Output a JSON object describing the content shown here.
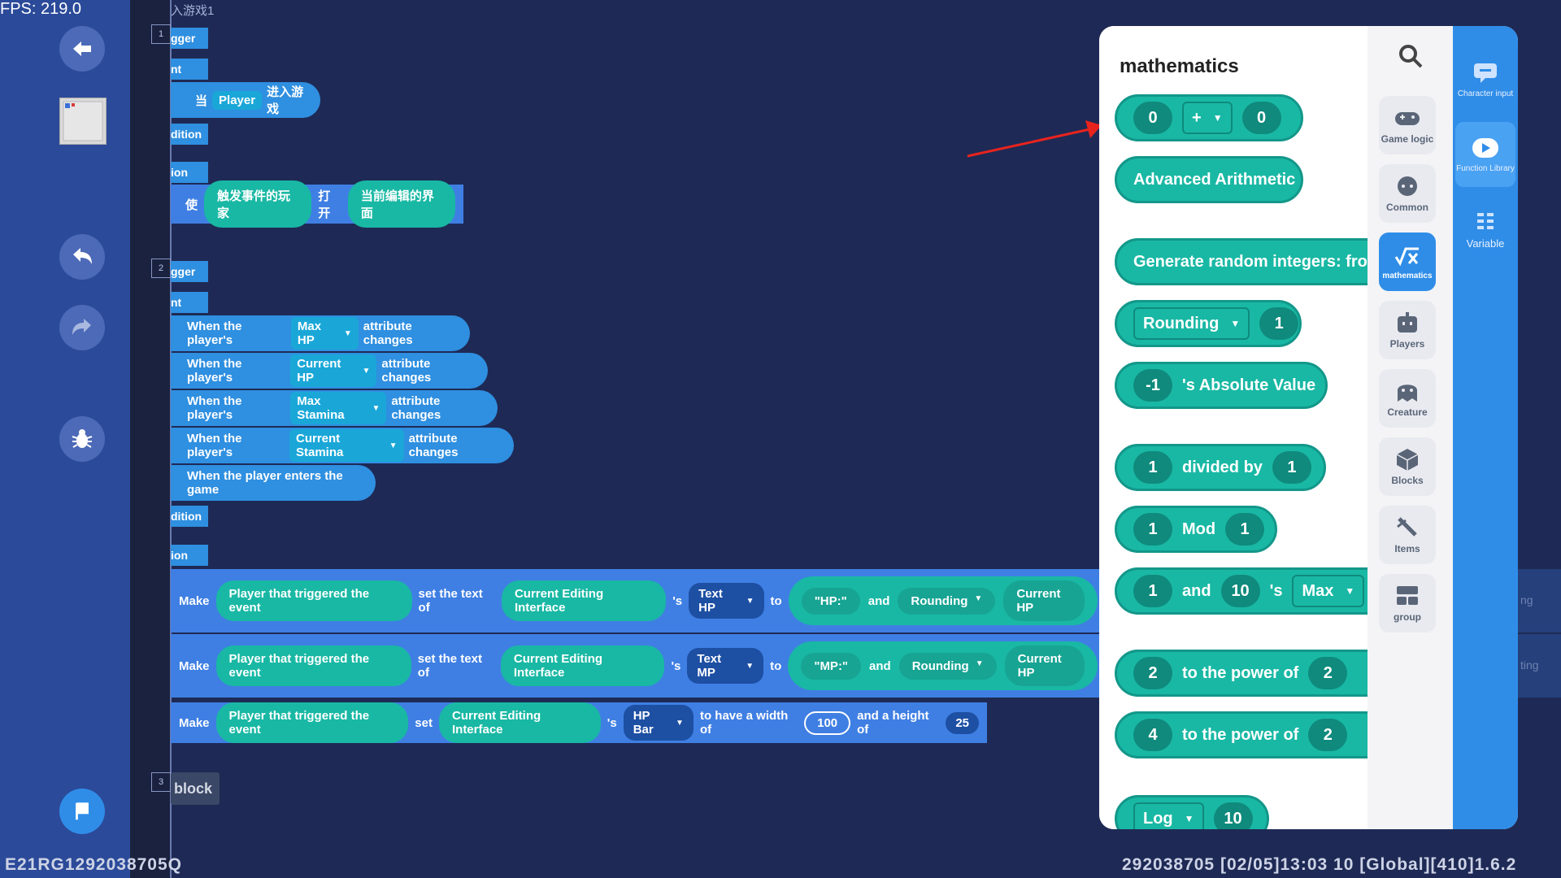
{
  "fps": "FPS: 219.0",
  "footer": {
    "left": "E21RG1292038705Q",
    "right": "292038705   [02/05]13:03 10  [Global][410]1.6.2"
  },
  "group1": {
    "title": "入游戏1",
    "trigger": "gger",
    "event": "nt",
    "when_prefix": "当",
    "player_chip": "Player",
    "enter_game": "进入游戏",
    "condition": "dition",
    "action": "ion",
    "make_prefix": "使",
    "chip_a": "触发事件的玩家",
    "open": "打开",
    "chip_b": "当前编辑的界面"
  },
  "group2": {
    "trigger": "gger",
    "event": "nt",
    "events": [
      {
        "pre": "When the player's",
        "chip": "Max HP",
        "post": "attribute changes"
      },
      {
        "pre": "When the player's",
        "chip": "Current HP",
        "post": "attribute changes"
      },
      {
        "pre": "When the player's",
        "chip": "Max Stamina",
        "post": "attribute changes"
      },
      {
        "pre": "When the player's",
        "chip": "Current Stamina",
        "post": "attribute changes"
      }
    ],
    "enters": "When the player enters the game",
    "condition": "dition",
    "action": "ion",
    "rows": [
      {
        "make": "Make",
        "player": "Player that triggered the event",
        "settext": "set the text of",
        "iface": "Current Editing Interface",
        "s": "'s",
        "text": "Text HP",
        "to": "to",
        "label": "\"HP:\"",
        "and": "and",
        "round": "Rounding",
        "cur": "Current HP"
      },
      {
        "make": "Make",
        "player": "Player that triggered the event",
        "settext": "set the text of",
        "iface": "Current Editing Interface",
        "s": "'s",
        "text": "Text MP",
        "to": "to",
        "label": "\"MP:\"",
        "and": "and",
        "round": "Rounding",
        "cur": "Current HP"
      }
    ],
    "row3": {
      "make": "Make",
      "player": "Player that triggered the event",
      "set": "set",
      "iface": "Current Editing Interface",
      "s": "'s",
      "bar": "HP Bar",
      "width_text": "to have a width of",
      "width": "100",
      "height_text": "and a height of",
      "height": "25"
    }
  },
  "group3": {
    "label": "block"
  },
  "nums": [
    "1",
    "2",
    "3"
  ],
  "panel": {
    "title": "mathematics",
    "blocks": {
      "arith": {
        "a": "0",
        "op": "+",
        "b": "0"
      },
      "advanced": "Advanced Arithmetic",
      "random": "Generate random integers: fror",
      "rounding": {
        "label": "Rounding",
        "v": "1"
      },
      "abs": {
        "v": "-1",
        "label": "'s Absolute Value"
      },
      "divide": {
        "a": "1",
        "label": "divided by",
        "b": "1"
      },
      "mod": {
        "a": "1",
        "label": "Mod",
        "b": "1"
      },
      "max": {
        "a": "1",
        "and": "and",
        "b": "10",
        "s": "'s",
        "label": "Max"
      },
      "pow1": {
        "a": "2",
        "label": "to the power of",
        "b": "2"
      },
      "pow2": {
        "a": "4",
        "label": "to the power of",
        "b": "2"
      },
      "log": {
        "label": "Log",
        "v": "10"
      }
    },
    "categories": [
      {
        "label": "Game logic",
        "icon": "gamepad-icon"
      },
      {
        "label": "Common",
        "icon": "dots-icon"
      },
      {
        "label": "mathematics",
        "icon": "math-icon"
      },
      {
        "label": "Players",
        "icon": "robot-icon"
      },
      {
        "label": "Creature",
        "icon": "creature-icon"
      },
      {
        "label": "Blocks",
        "icon": "cube-icon"
      },
      {
        "label": "Items",
        "icon": "sword-icon"
      },
      {
        "label": "group",
        "icon": "group-icon"
      }
    ],
    "tabs": [
      {
        "label": "Character input",
        "icon": "chat-icon"
      },
      {
        "label": "Function Library",
        "icon": "play-icon"
      },
      {
        "label": "Variable",
        "icon": "list-icon"
      }
    ]
  },
  "ghost_right": [
    "ng",
    "ting"
  ],
  "colors": {
    "accent": "#2f8de8",
    "teal": "#19b8a4",
    "background": "#1e2a55"
  }
}
